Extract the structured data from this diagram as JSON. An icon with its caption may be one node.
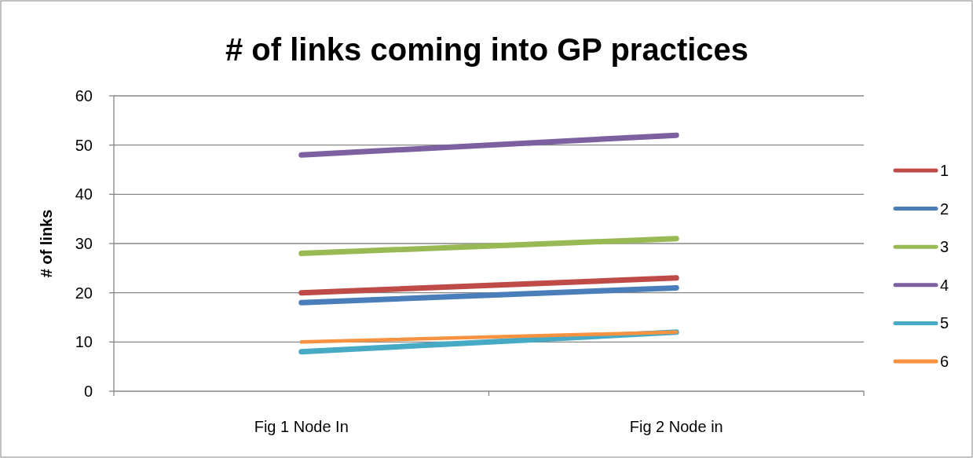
{
  "diagram": {
    "chart_data": {
      "type": "line",
      "title": "# of links coming into GP practices",
      "ylabel": "# of links",
      "categories": [
        "Fig 1 Node In",
        "Fig 2 Node in"
      ],
      "series": [
        {
          "name": "1",
          "color": "#be4b48",
          "values": [
            20,
            23
          ]
        },
        {
          "name": "2",
          "color": "#4a7ebb",
          "values": [
            18,
            21
          ]
        },
        {
          "name": "3",
          "color": "#98b954",
          "values": [
            28,
            31
          ]
        },
        {
          "name": "4",
          "color": "#7d60a0",
          "values": [
            48,
            52
          ]
        },
        {
          "name": "5",
          "color": "#46aac5",
          "values": [
            8,
            12
          ]
        },
        {
          "name": "6",
          "color": "#f69240",
          "values": [
            10,
            12
          ]
        }
      ],
      "ylim": [
        0,
        60
      ],
      "yticks": [
        0,
        10,
        20,
        30,
        40,
        50,
        60
      ],
      "grid": true,
      "legend": "right"
    }
  }
}
